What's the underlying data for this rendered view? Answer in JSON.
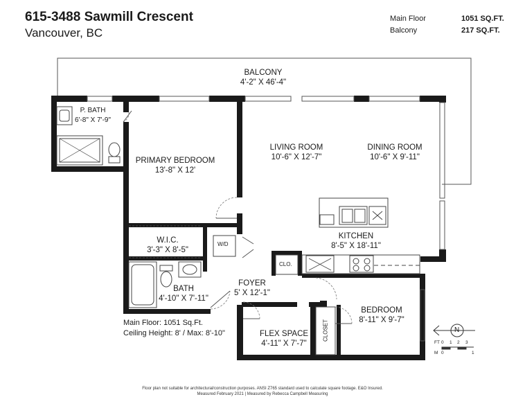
{
  "header": {
    "title": "615-3488 Sawmill Crescent",
    "subtitle": "Vancouver, BC"
  },
  "areas": [
    {
      "name": "Main Floor",
      "value": "1051 SQ.FT."
    },
    {
      "name": "Balcony",
      "value": "217 SQ.FT."
    }
  ],
  "rooms": {
    "balcony": {
      "name": "BALCONY",
      "dim": "4'-2\" X 46'-4\""
    },
    "p_bath": {
      "name": "P. BATH",
      "dim": "6'-8\" X 7'-9\""
    },
    "primary_bedroom": {
      "name": "PRIMARY BEDROOM",
      "dim": "13'-8\" X 12'"
    },
    "living_room": {
      "name": "LIVING ROOM",
      "dim": "10'-6\" X 12'-7\""
    },
    "dining_room": {
      "name": "DINING ROOM",
      "dim": "10'-6\" X 9'-11\""
    },
    "wic": {
      "name": "W.I.C.",
      "dim": "3'-3\" X 8'-5\""
    },
    "kitchen": {
      "name": "KITCHEN",
      "dim": "8'-5\"  X  18'-11\""
    },
    "bath": {
      "name": "BATH",
      "dim": "4'-10\" X 7'-11\""
    },
    "foyer": {
      "name": "FOYER",
      "dim": "5' X 12'-1\""
    },
    "flex": {
      "name": "FLEX SPACE",
      "dim": "4'-11\" X 7'-7\""
    },
    "bedroom": {
      "name": "BEDROOM",
      "dim": "8'-11\" X 9'-7\""
    }
  },
  "fixtures": {
    "wd": "W/D",
    "clo": "CLO.",
    "closet": "CLOSET"
  },
  "notes": {
    "main_floor": "Main Floor: 1051 Sq.Ft.",
    "ceiling": "Ceiling Height: 8' / Max: 8'-10\""
  },
  "scale": {
    "north": "N",
    "ft_label": "FT",
    "ft_ticks": [
      "0",
      "1",
      "2",
      "3"
    ],
    "m_label": "M",
    "m_ticks": [
      "0",
      "1"
    ]
  },
  "footer": {
    "line1": "Floor plan not suitable for architectural/construction purposes. ANSI Z765 standard used to calculate square footage. E&O Insured.",
    "line2": "Measured February 2021 | Measured by Rebecca Campbell Measuring"
  },
  "colors": {
    "wall": "#1a1a1a",
    "thin_line": "#555555"
  }
}
